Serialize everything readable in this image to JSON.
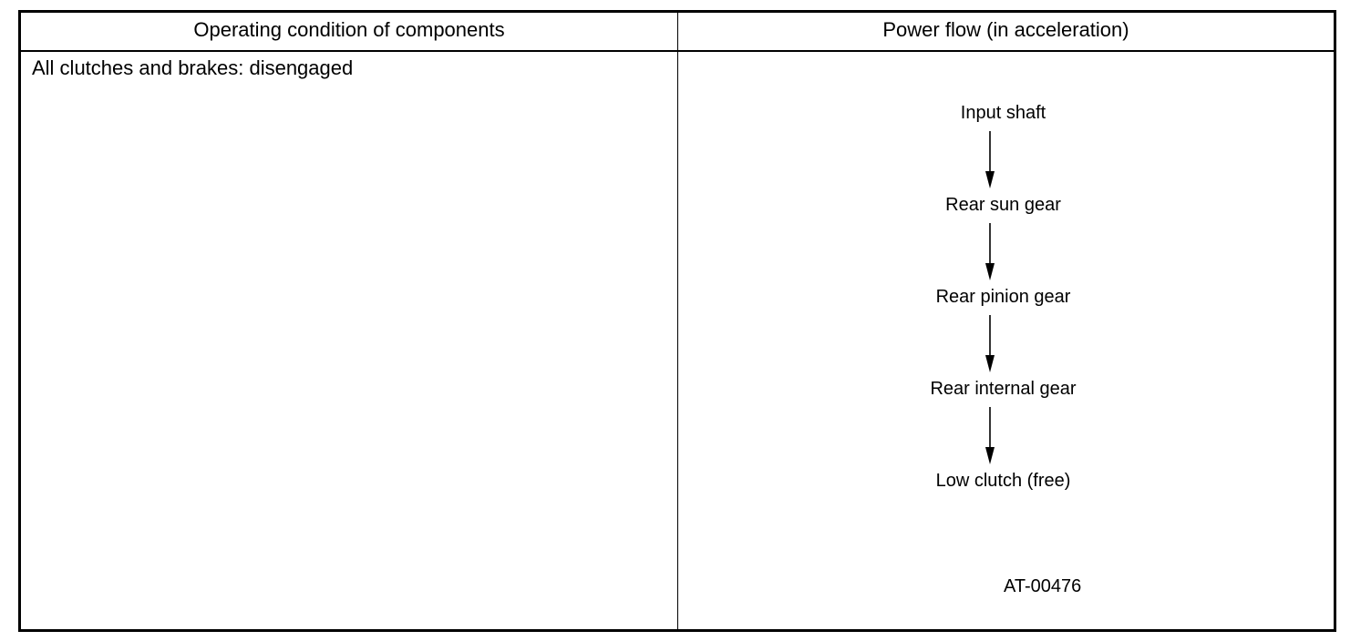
{
  "table": {
    "headers": {
      "left": "Operating condition of components",
      "right": "Power flow (in acceleration)"
    },
    "operating_condition": "All clutches and brakes: disengaged",
    "power_flow": {
      "nodes": [
        "Input shaft",
        "Rear sun gear",
        "Rear pinion gear",
        "Rear internal gear",
        "Low clutch (free)"
      ]
    },
    "figure_code": "AT-00476"
  },
  "colors": {
    "line": "#000000",
    "background": "#ffffff"
  }
}
